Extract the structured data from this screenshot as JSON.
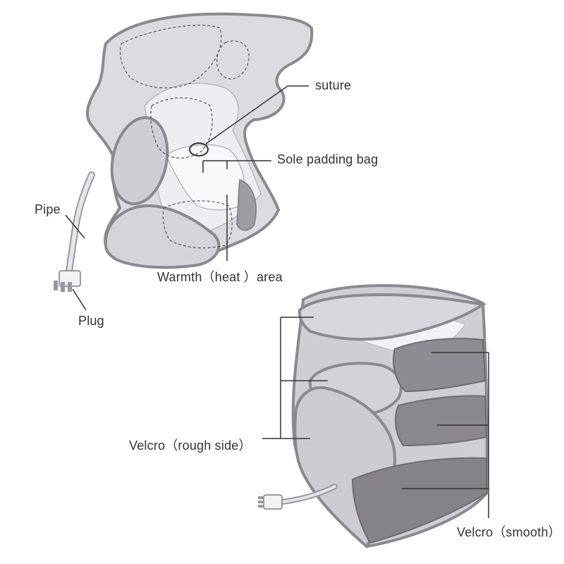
{
  "labels": {
    "suture": "suture",
    "sole_padding_bag": "Sole padding bag",
    "pipe": "Pipe",
    "plug": "Plug",
    "warmth_area": "Warmth（heat ）area",
    "velcro_rough": "Velcro（rough side）",
    "velcro_smooth": "Velcro（smooth）"
  },
  "colors": {
    "fabric_light": "#dcdbe0",
    "fabric_mid": "#c9c8cf",
    "fabric_dark": "#8e8c93",
    "edge": "#8b898f",
    "inner_white": "#f0eff3",
    "velcro_smooth": "#8a878f",
    "leader_line": "#333333",
    "text": "#333333"
  }
}
